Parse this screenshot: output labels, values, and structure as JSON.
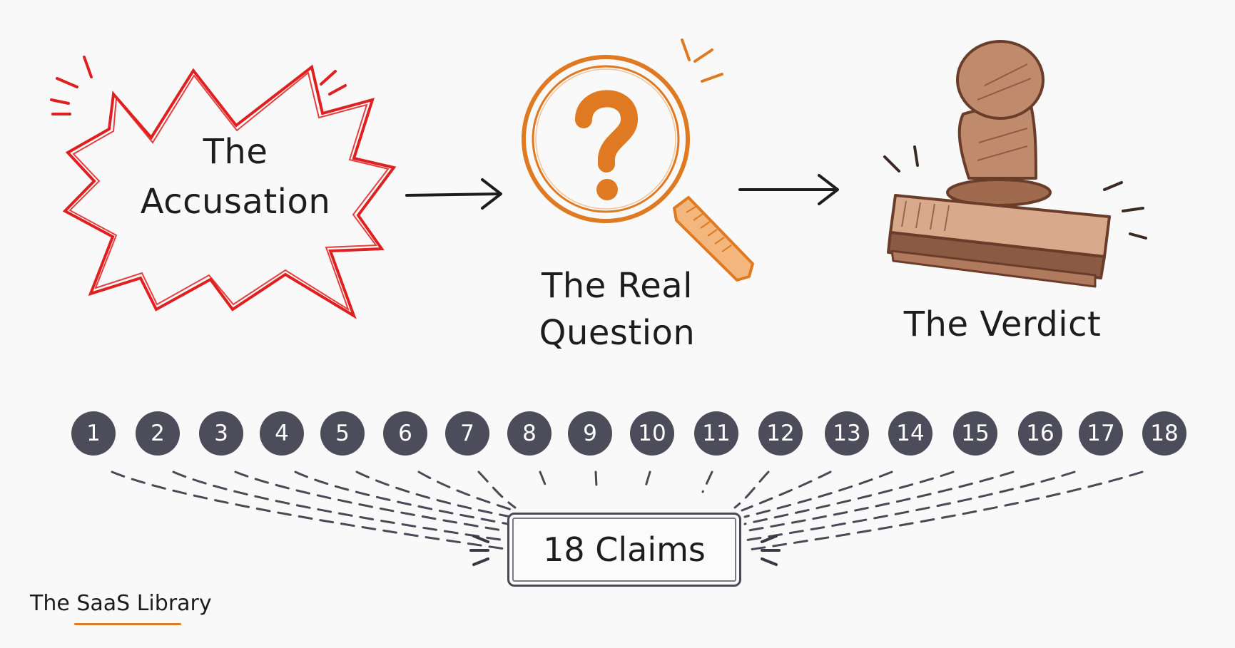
{
  "steps": [
    {
      "label_lines": [
        "The",
        "Accusation"
      ],
      "icon": "explosion-burst-icon",
      "color": "#e02020"
    },
    {
      "label_lines": [
        "The Real",
        "Question"
      ],
      "icon": "magnifying-glass-question-icon",
      "color": "#e07a22"
    },
    {
      "label_lines": [
        "The Verdict"
      ],
      "icon": "rubber-stamp-icon",
      "color": "#7a4a33"
    }
  ],
  "claims": {
    "numbers": [
      "1",
      "2",
      "3",
      "4",
      "5",
      "6",
      "7",
      "8",
      "9",
      "10",
      "11",
      "12",
      "13",
      "14",
      "15",
      "16",
      "17",
      "18"
    ],
    "summary_label": "18 Claims",
    "badge_color": "#4d4c5a"
  },
  "brand": {
    "name": "The SaaS Library",
    "underline_color": "#e07a22"
  }
}
